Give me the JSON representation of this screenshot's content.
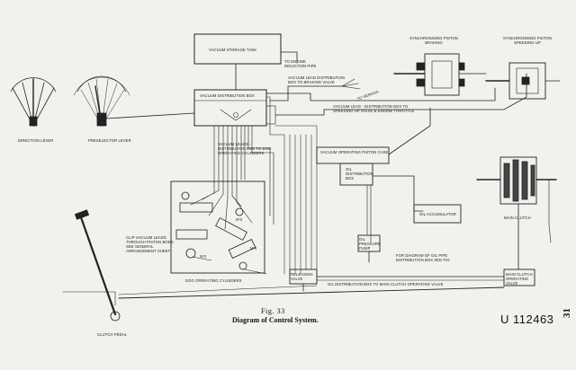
{
  "figure": {
    "number": "Fig. 33",
    "title": "Diagram of Control System.",
    "plate_code": "U 112463",
    "page_number": "31"
  },
  "labels": {
    "vacuum_storage_tank": "Vacuum Storage Tank",
    "to_engine_induction_pipe": "To Engine Induction Pipe",
    "vacuum_lead_dist_braking": "Vacuum Lead Distribution Box to Braking Valve",
    "vacuum_distribution_box": "Vacuum Distribution Box",
    "to_servos": "To Servos",
    "vacuum_lead_speeding_up": "Vacuum Lead - Distribution Box to Speeding Up Valve & Engine Throttle",
    "vacuum_leads_dog": "Vacuum Leads - Distribution Box to Dog Operating Cylinders",
    "direction_lever": "Direction Lever",
    "preselector_lever": "Preselector Lever",
    "oil_distribution_box": "Oil Distribution Box",
    "vacuum_op_piston_case": "Vacuum Operating Piston Case",
    "synchronising_piston_braking": "Synchronising Piston Braking",
    "synchronising_piston_speeding_up": "Synchronising Piston Speeding Up",
    "oil_accumulator": "Oil Accumulator",
    "main_clutch": "Main Clutch",
    "dog_operating_cylinders": "Dog Operating Cylinders",
    "clip_note": "Clip Vacuum Leads Through Piston Body, See General Arrangement Sheet",
    "no2": "Nº2",
    "no3": "Nº3",
    "no4": "Nº4",
    "oil_diagram_note": "For Diagram of Oil Pipe Distribution Box See Fig.",
    "main_clutch_valve": "Main Clutch Operating Valve",
    "oil_pressure_pump": "Oil Pressure Pump",
    "releasing_valve": "Releasing Valve",
    "oil_distribution_note": "Oil Distribution Box to Main Clutch Operating Valve",
    "clutch_pedal": "Clutch Pedal"
  }
}
